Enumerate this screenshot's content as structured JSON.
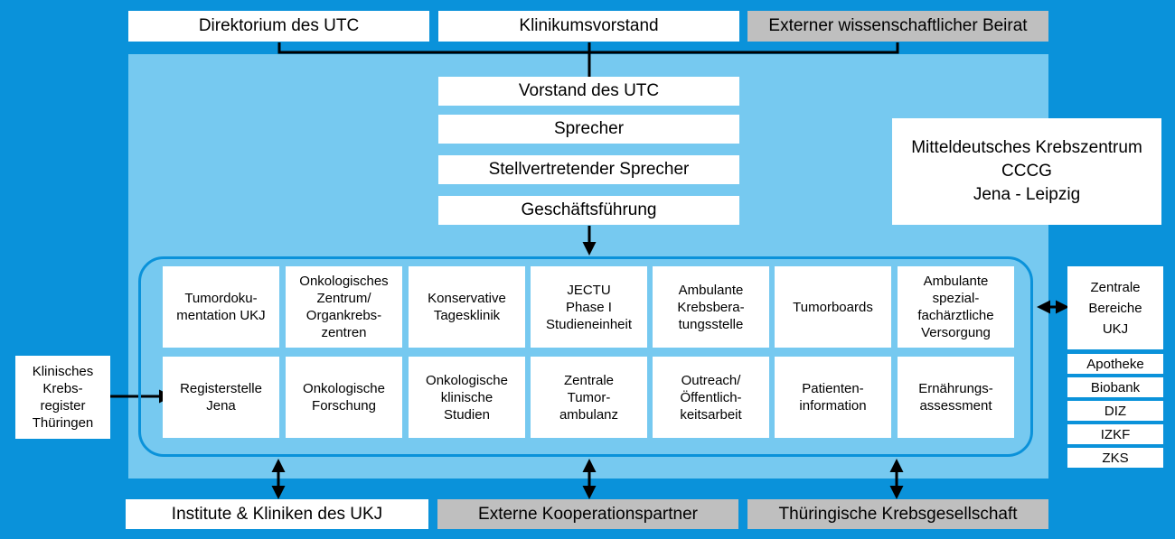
{
  "top": {
    "direktorium": "Direktorium des UTC",
    "klinikumsvorstand": "Klinikumsvorstand",
    "beirat": "Externer wissenschaftlicher Beirat"
  },
  "leadership": {
    "vorstand": "Vorstand des UTC",
    "sprecher": "Sprecher",
    "stellvertreter": "Stellvertretender Sprecher",
    "geschaeftsfuehrung": "Geschäftsführung"
  },
  "mdkz": "Mitteldeutsches Krebszentrum\nCCCG\nJena - Leipzig",
  "units": {
    "row1": [
      "Tumordoku-\nmentation UKJ",
      "Onkologisches\nZentrum/\nOrgankrebs-\nzentren",
      "Konservative\nTagesklinik",
      "JECTU\nPhase I\nStudieneinheit",
      "Ambulante\nKrebsbera-\ntungsstelle",
      "Tumorboards",
      "Ambulante\nspezial-\nfachärztliche\nVersorgung"
    ],
    "row2": [
      "Registerstelle\nJena",
      "Onkologische\nForschung",
      "Onkologische\nklinische\nStudien",
      "Zentrale\nTumor-\nambulanz",
      "Outreach/\nÖffentlich-\nkeitsarbeit",
      "Patienten-\ninformation",
      "Ernährungs-\nassessment"
    ]
  },
  "left_register": "Klinisches\nKrebs-\nregister\nThüringen",
  "right": {
    "zentrale": "Zentrale\nBereiche\nUKJ",
    "items": [
      "Apotheke",
      "Biobank",
      "DIZ",
      "IZKF",
      "ZKS"
    ]
  },
  "bottom": {
    "institute": "Institute & Kliniken des UKJ",
    "kooperation": "Externe Kooperationspartner",
    "gesellschaft": "Thüringische Krebsgesellschaft"
  }
}
